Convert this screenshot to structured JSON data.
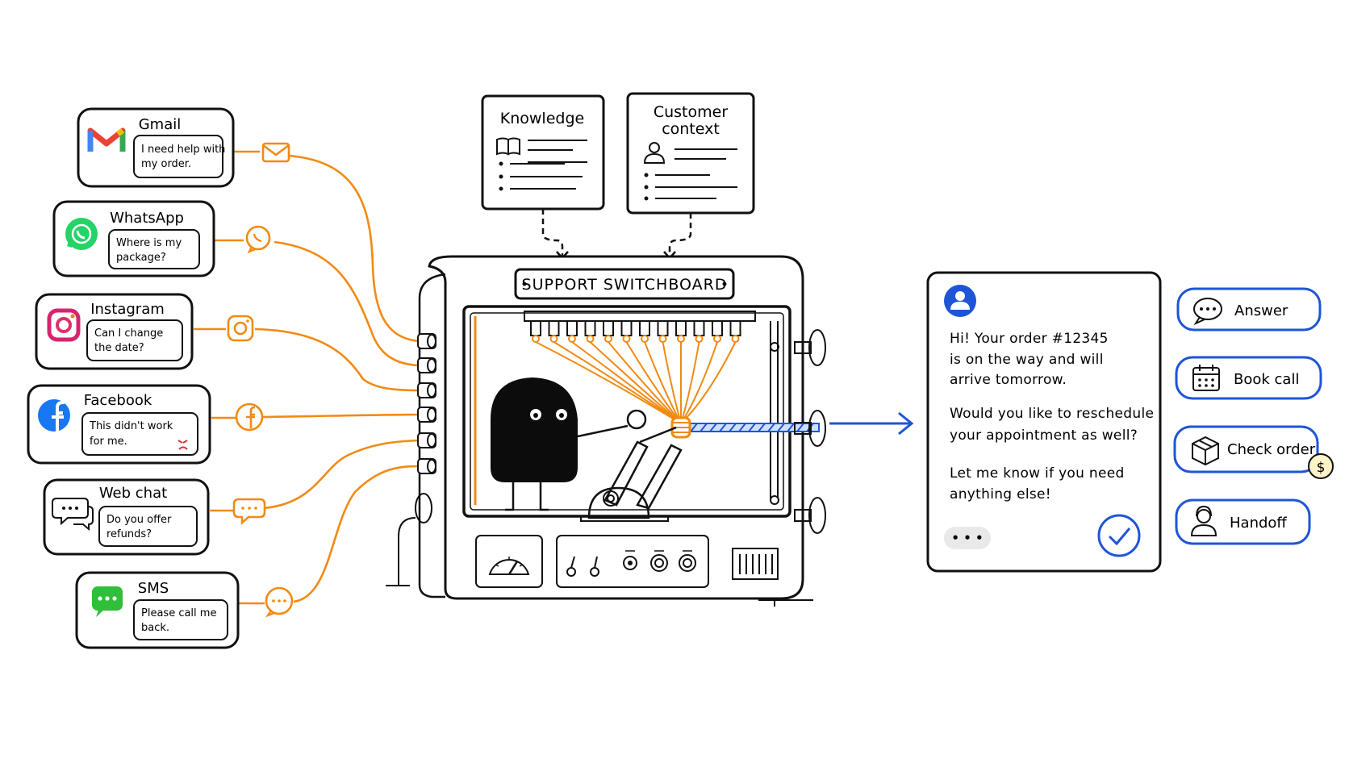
{
  "channels": [
    {
      "name": "Gmail",
      "message": [
        "I need help with",
        "my order."
      ],
      "icon": "gmail-icon",
      "connector_icon": "envelope-icon"
    },
    {
      "name": "WhatsApp",
      "message": [
        "Where is my",
        "package?"
      ],
      "icon": "whatsapp-icon",
      "connector_icon": "whatsapp-icon"
    },
    {
      "name": "Instagram",
      "message": [
        "Can I change",
        "the date?"
      ],
      "icon": "instagram-icon",
      "connector_icon": "instagram-icon"
    },
    {
      "name": "Facebook",
      "message": [
        "This didn't work",
        "for me."
      ],
      "icon": "facebook-icon",
      "connector_icon": "facebook-icon"
    },
    {
      "name": "Web chat",
      "message": [
        "Do you offer",
        "refunds?"
      ],
      "icon": "chat-bubbles-icon",
      "connector_icon": "chat-bubble-icon"
    },
    {
      "name": "SMS",
      "message": [
        "Please call me",
        "back."
      ],
      "icon": "sms-icon",
      "connector_icon": "chat-bubble-icon"
    }
  ],
  "knowledge": {
    "title": "Knowledge"
  },
  "customer_context": {
    "title_line1": "Customer",
    "title_line2": "context"
  },
  "machine": {
    "label": "SUPPORT SWITCHBOARD"
  },
  "reply": {
    "lines": [
      "Hi! Your order #12345",
      "is on the way and will",
      "arrive tomorrow.",
      "Would you like to reschedule",
      "your appointment as well?",
      "Let me know if you need",
      "anything else!"
    ],
    "typing": "• • •"
  },
  "actions": [
    {
      "label": "Answer",
      "icon": "speech-bubble-icon"
    },
    {
      "label": "Book call",
      "icon": "calendar-icon"
    },
    {
      "label": "Check order",
      "icon": "package-icon",
      "badge": "$"
    },
    {
      "label": "Handoff",
      "icon": "person-headset-icon"
    }
  ],
  "colors": {
    "accent_orange": "#f28a12",
    "accent_blue": "#1e55d6",
    "ink": "#111111",
    "whatsapp_green": "#25d366",
    "facebook_blue": "#1877f2",
    "sms_green": "#2fbf3a"
  }
}
